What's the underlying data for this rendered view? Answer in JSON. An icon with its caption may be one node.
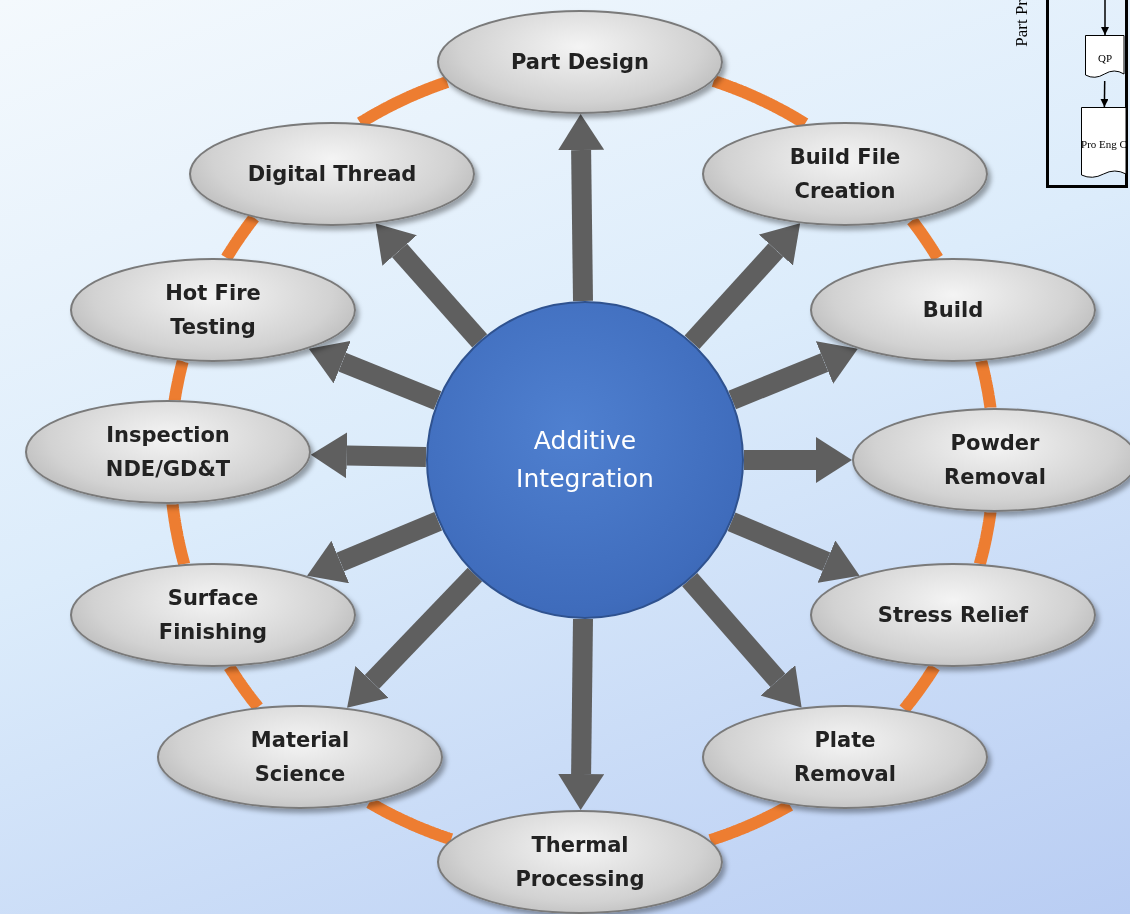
{
  "diagram": {
    "nodes": [
      {
        "text": [
          "Additive Integration"
        ]
      },
      {
        "text": [
          "Part Design"
        ]
      },
      {
        "text": [
          "Build File Creation"
        ]
      },
      {
        "text": [
          "Build"
        ]
      },
      {
        "text": [
          "Powder Removal"
        ]
      },
      {
        "text": [
          "Stress Relief"
        ]
      },
      {
        "text": [
          "Plate Removal"
        ]
      },
      {
        "text": [
          "Thermal Processing"
        ]
      },
      {
        "text": [
          "Material Science"
        ]
      },
      {
        "text": [
          "Surface Finishing"
        ]
      },
      {
        "text": [
          "Inspection NDE/GD&T"
        ]
      },
      {
        "text": [
          "Hot Fire Testing"
        ]
      },
      {
        "text": [
          "Digital Thread"
        ]
      },
      {
        "text": [],
        "shape": "box"
      },
      {
        "text": [
          "QP"
        ],
        "in": 13
      },
      {
        "text": [
          "Pro Eng C"
        ],
        "in": 13
      }
    ],
    "edges": [
      {
        "from": 0,
        "to": 1,
        "arrow": "to"
      },
      {
        "from": 0,
        "to": 2,
        "arrow": "to"
      },
      {
        "from": 0,
        "to": 3,
        "arrow": "to"
      },
      {
        "from": 0,
        "to": 4,
        "arrow": "to"
      },
      {
        "from": 0,
        "to": 5,
        "arrow": "to"
      },
      {
        "from": 0,
        "to": 6,
        "arrow": "to"
      },
      {
        "from": 0,
        "to": 7,
        "arrow": "to"
      },
      {
        "from": 0,
        "to": 8,
        "arrow": "to"
      },
      {
        "from": 0,
        "to": 9,
        "arrow": "to"
      },
      {
        "from": 0,
        "to": 10,
        "arrow": "to"
      },
      {
        "from": 0,
        "to": 11,
        "arrow": "to"
      },
      {
        "from": 0,
        "to": 12,
        "arrow": "to"
      },
      {
        "from": 1,
        "to": 2,
        "arrow": "none",
        "color": "#ed7d31"
      },
      {
        "from": 2,
        "to": 3,
        "arrow": "none",
        "color": "#ed7d31"
      },
      {
        "from": 3,
        "to": 4,
        "arrow": "none",
        "color": "#ed7d31"
      },
      {
        "from": 4,
        "to": 5,
        "arrow": "none",
        "color": "#ed7d31"
      },
      {
        "from": 5,
        "to": 6,
        "arrow": "none",
        "color": "#ed7d31"
      },
      {
        "from": 6,
        "to": 7,
        "arrow": "none",
        "color": "#ed7d31"
      },
      {
        "from": 7,
        "to": 8,
        "arrow": "none",
        "color": "#ed7d31"
      },
      {
        "from": 8,
        "to": 9,
        "arrow": "none",
        "color": "#ed7d31"
      },
      {
        "from": 9,
        "to": 10,
        "arrow": "none",
        "color": "#ed7d31"
      },
      {
        "from": 10,
        "to": 11,
        "arrow": "none",
        "color": "#ed7d31"
      },
      {
        "from": 11,
        "to": 12,
        "arrow": "none",
        "color": "#ed7d31"
      },
      {
        "from": 12,
        "to": 1,
        "arrow": "none",
        "color": "#ed7d31"
      },
      {
        "from": null,
        "to": 14,
        "arrow": "to",
        "color": "#000000"
      },
      {
        "from": 14,
        "to": 15,
        "arrow": "to",
        "color": "#000000"
      }
    ],
    "labels": [
      "Part Pr"
    ]
  }
}
